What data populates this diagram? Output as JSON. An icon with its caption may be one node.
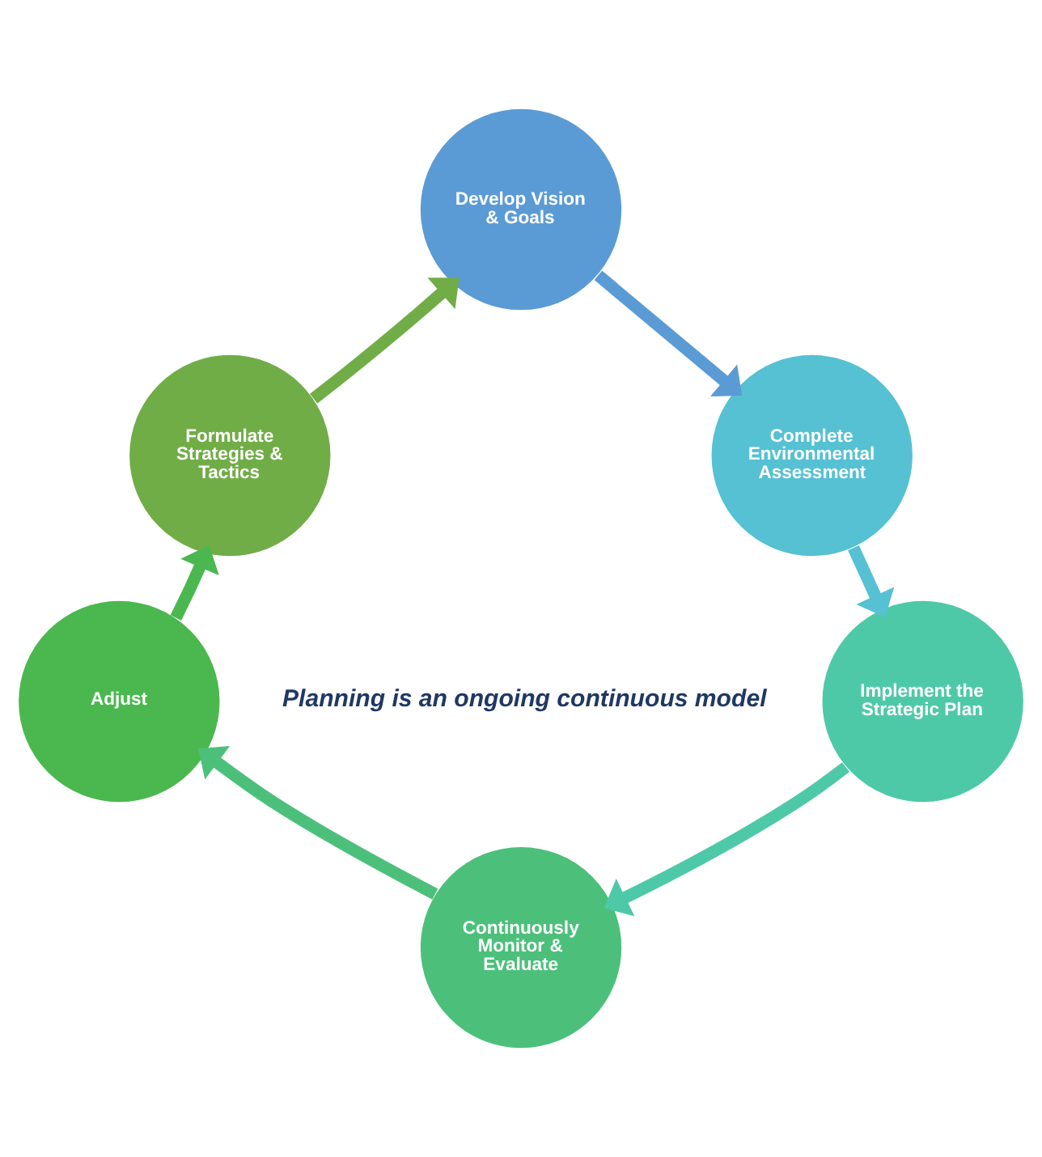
{
  "diagram": {
    "nodes": [
      {
        "text": [
          "Develop Vision & Goals"
        ]
      },
      {
        "text": [
          "Complete Environmental Assessment"
        ]
      },
      {
        "text": [
          "Implement the Strategic Plan"
        ]
      },
      {
        "text": [
          "Continuously Monitor & Evaluate"
        ]
      },
      {
        "text": [
          "Adjust"
        ]
      },
      {
        "text": [
          "Formulate Strategies & Tactics"
        ]
      }
    ],
    "edges": [
      {
        "from": 0,
        "to": 1,
        "arrow": "to",
        "color": "#5b9bd5"
      },
      {
        "from": 1,
        "to": 2,
        "arrow": "to",
        "color": "#55c1d3"
      },
      {
        "from": 2,
        "to": 3,
        "arrow": "to",
        "color": "#4ec9a8"
      },
      {
        "from": 3,
        "to": 4,
        "arrow": "to",
        "color": "#4cc07a"
      },
      {
        "from": 4,
        "to": 5,
        "arrow": "to",
        "color": "#4ab84e"
      },
      {
        "from": 5,
        "to": 0,
        "arrow": "to",
        "color": "#70ad47"
      }
    ],
    "labels": [
      "Planning is an ongoing continuous model"
    ]
  }
}
